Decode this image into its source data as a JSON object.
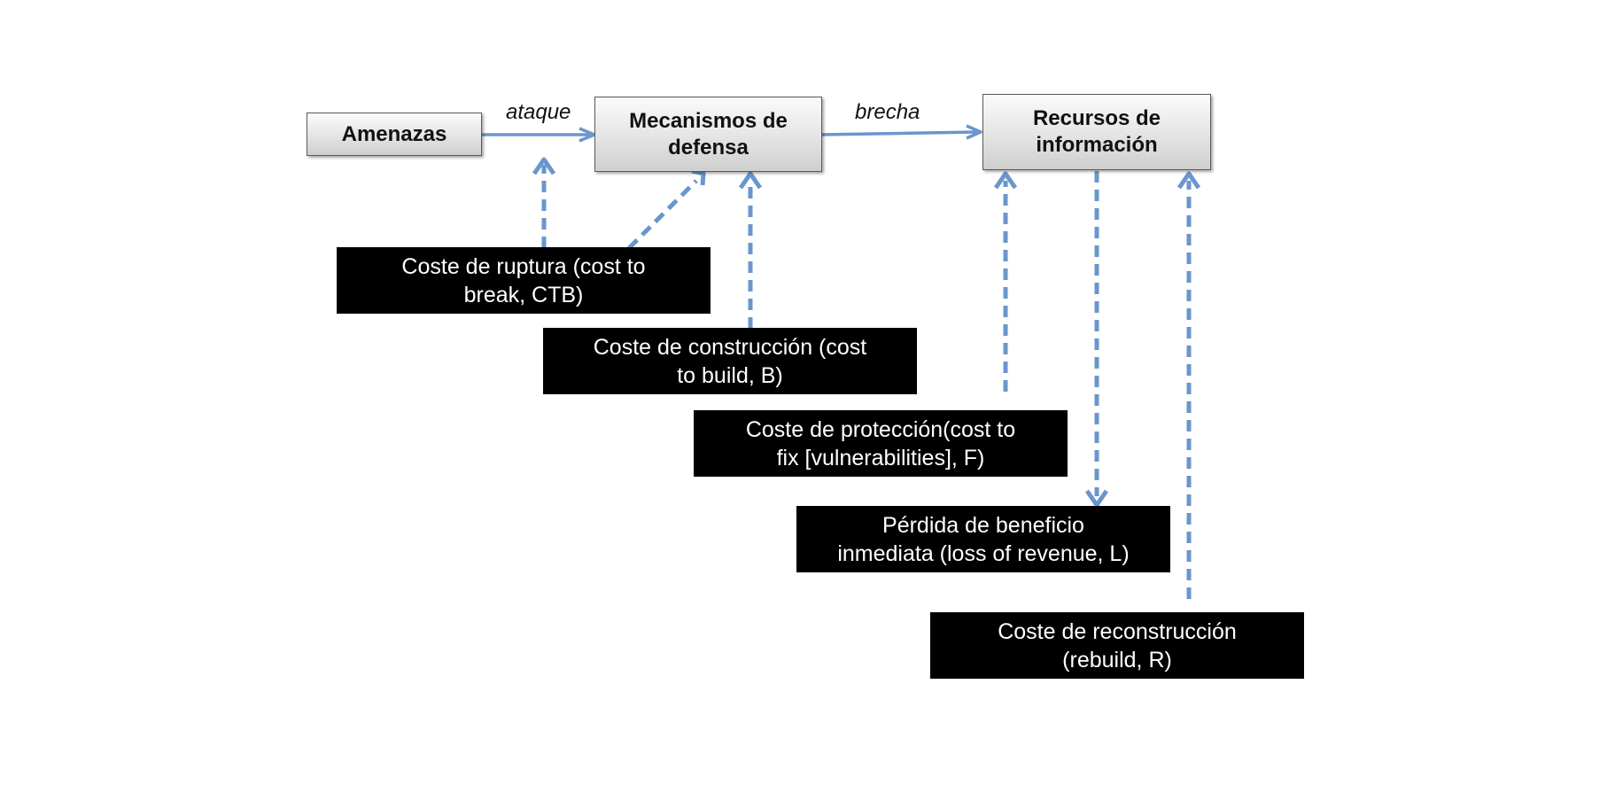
{
  "nodes": {
    "amenazas": {
      "label": "Amenazas"
    },
    "mecanismos": {
      "line1": "Mecanismos de",
      "line2": "defensa"
    },
    "recursos": {
      "line1": "Recursos de",
      "line2": "información"
    }
  },
  "edge_labels": {
    "ataque": "ataque",
    "brecha": "brecha"
  },
  "costs": {
    "ruptura": {
      "line1": "Coste de ruptura (cost to",
      "line2": "break, CTB)"
    },
    "construccion": {
      "line1": "Coste de construcción (cost",
      "line2": "to build, B)"
    },
    "proteccion": {
      "line1": "Coste de protección(cost to",
      "line2": "fix [vulnerabilities], F)"
    },
    "perdida": {
      "line1": "Pérdida de beneficio",
      "line2": "inmediata (loss of revenue, L)"
    },
    "reconstruccion": {
      "line1": "Coste de reconstrucción",
      "line2": "(rebuild, R)"
    }
  },
  "colors": {
    "arrow": "#6a96cc",
    "cost_box": "#000000",
    "cost_text": "#ffffff"
  }
}
